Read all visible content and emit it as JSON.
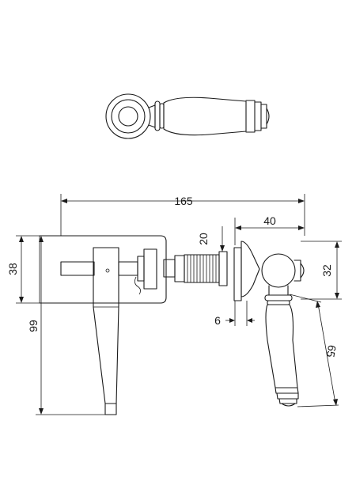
{
  "dimensions": {
    "overall_width": "165",
    "lever_reach": "40",
    "spindle_length": "20",
    "backplate_height": "38",
    "handle_drop": "99",
    "boss_diameter": "32",
    "handle_length": "65",
    "collar_thickness": "6"
  }
}
